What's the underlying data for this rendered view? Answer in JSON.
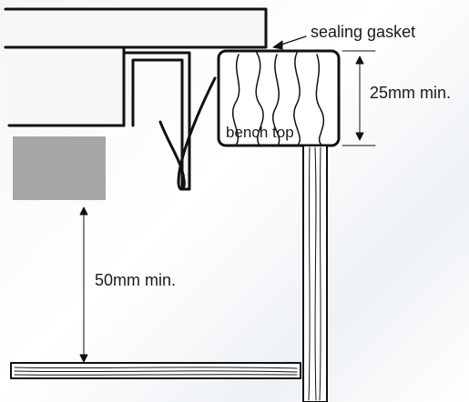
{
  "labels": {
    "sealing_gasket": "sealing gasket",
    "bench_top": "bench top",
    "height_25": "25mm min.",
    "clearance_50": "50mm min."
  },
  "colors": {
    "outline": "#111111",
    "panel_fill": "#f7f7f7",
    "grey_block": "#a6a6a6",
    "wood_fill": "#ffffff"
  }
}
